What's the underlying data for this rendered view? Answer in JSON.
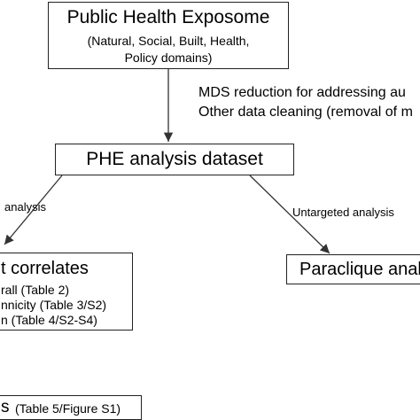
{
  "top_box": {
    "title": "Public Health Exposome",
    "subtitle_line1": "(Natural, Social, Built, Health,",
    "subtitle_line2": "Policy domains)"
  },
  "process_note": {
    "line1": "MDS reduction for addressing au",
    "line2": "Other data cleaning (removal of m"
  },
  "middle_box": {
    "title": "PHE analysis dataset"
  },
  "left_branch": {
    "label": "analysis"
  },
  "right_branch": {
    "label": "Untargeted analysis"
  },
  "left_box": {
    "title": "t correlates",
    "items": [
      "rall (Table 2)",
      "nnicity (Table 3/S2)",
      "n (Table 4/S2-S4)"
    ]
  },
  "right_box": {
    "title": "Paraclique analy"
  },
  "bottom_box": {
    "prefix": "s",
    "text": "(Table 5/Figure S1)"
  }
}
